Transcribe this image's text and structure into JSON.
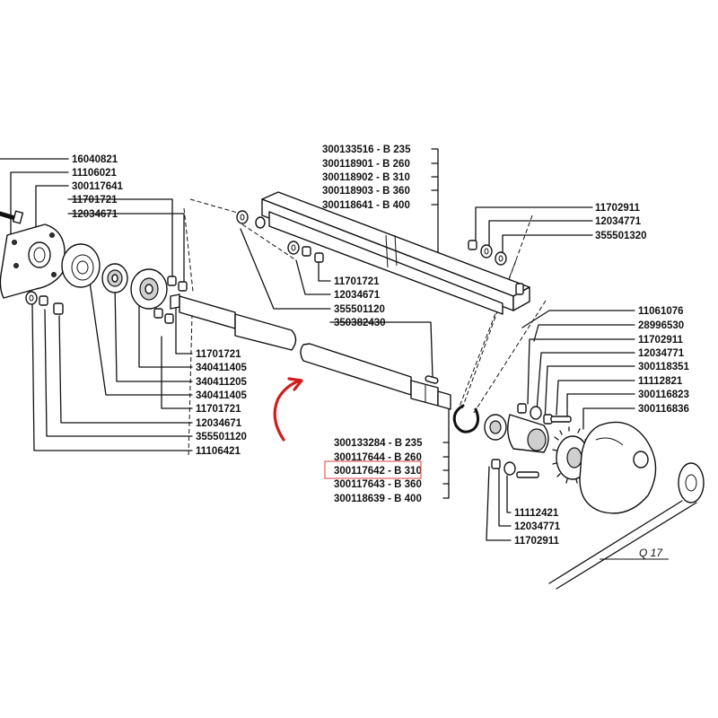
{
  "left_group": [
    {
      "id": "16040821"
    },
    {
      "id": "11106021"
    },
    {
      "id": "300117641"
    },
    {
      "id": "11701721"
    },
    {
      "id": "12034671"
    }
  ],
  "left_bottom_group": [
    {
      "id": "11701721"
    },
    {
      "id": "340411405"
    },
    {
      "id": "340411205"
    },
    {
      "id": "340411405"
    },
    {
      "id": "11701721"
    },
    {
      "id": "12034671"
    },
    {
      "id": "355501120"
    },
    {
      "id": "11106421"
    }
  ],
  "top_rail_group": [
    {
      "id": "300133516 - B 235"
    },
    {
      "id": "300118901 - B 260"
    },
    {
      "id": "300118902 - B 310"
    },
    {
      "id": "300118903 - B 360"
    },
    {
      "id": "300118641 - B 400"
    }
  ],
  "top_right_group": [
    {
      "id": "11702911"
    },
    {
      "id": "12034771"
    },
    {
      "id": "355501320"
    }
  ],
  "rail_hardware_group": [
    {
      "id": "11701721"
    },
    {
      "id": "12034671"
    },
    {
      "id": "355501120"
    },
    {
      "id": "350382430"
    }
  ],
  "right_group": [
    {
      "id": "11061076"
    },
    {
      "id": "28996530"
    },
    {
      "id": "11702911"
    },
    {
      "id": "12034771"
    },
    {
      "id": "300118351"
    },
    {
      "id": "11112821"
    },
    {
      "id": "300116823"
    },
    {
      "id": "300116836"
    }
  ],
  "shaft_group": [
    {
      "id": "300133284 - B 235"
    },
    {
      "id": "300117644 - B 260"
    },
    {
      "id": "300117642 - B 310"
    },
    {
      "id": "300117643 - B 360"
    },
    {
      "id": "300118639 - B 400"
    }
  ],
  "bottom_right_group": [
    {
      "id": "11112421"
    },
    {
      "id": "12034771"
    },
    {
      "id": "11702911"
    }
  ],
  "q_label": "Q 17",
  "highlighted_part": "300117642 - B 310",
  "colors": {
    "ink": "#111111",
    "highlight_box": "#e35d5d",
    "arrow": "#d21d1d"
  }
}
